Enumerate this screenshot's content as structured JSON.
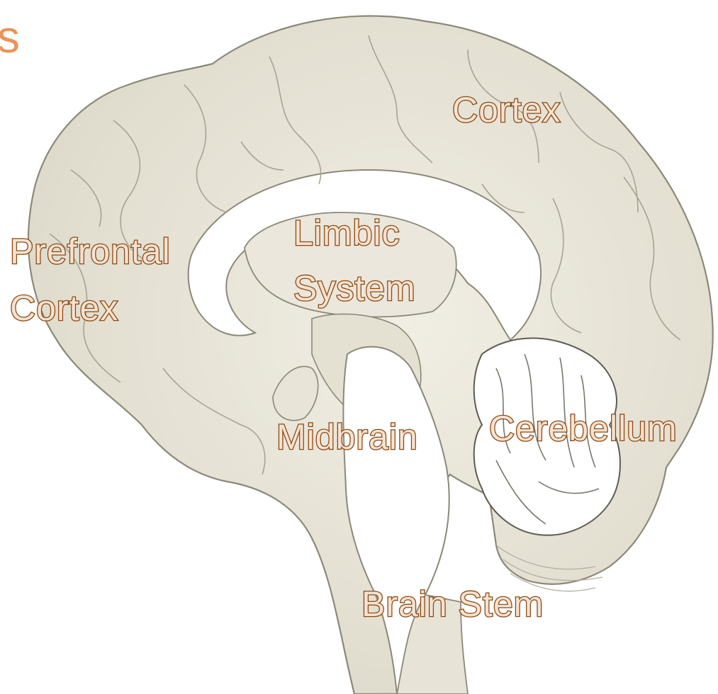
{
  "slide_title_fragment": "s",
  "colors": {
    "brain_fill": "#e7e3d6",
    "brain_outline": "#8c8878",
    "label_fill": "#f6e2d2",
    "label_stroke": "#8a4a14",
    "title_accent": "#e9955a"
  },
  "labels": {
    "cortex": "Cortex",
    "limbic_line1": "Limbic",
    "limbic_line2": "System",
    "prefrontal_line1": "Prefrontal",
    "prefrontal_line2": "Cortex",
    "midbrain": "Midbrain",
    "cerebellum": "Cerebellum",
    "brain_stem": "Brain Stem"
  }
}
